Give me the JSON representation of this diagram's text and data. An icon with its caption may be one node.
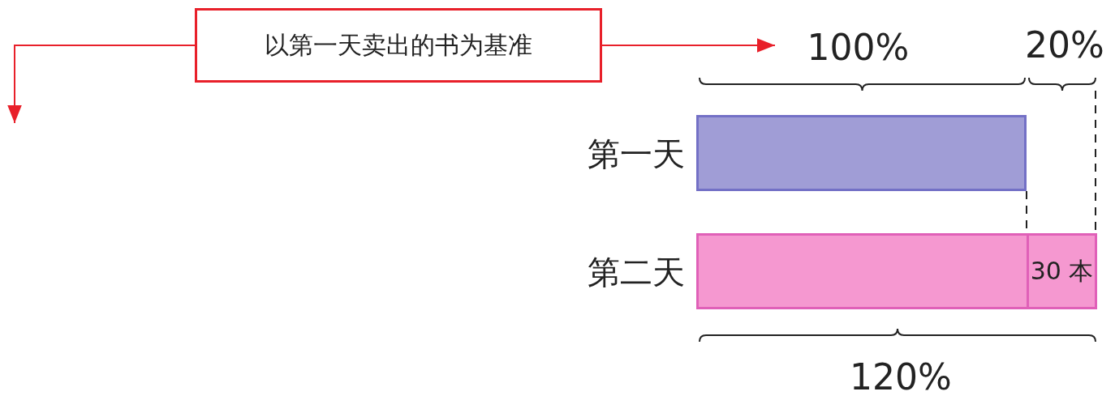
{
  "diagram": {
    "nodes": [
      {
        "text": [
          "以第一天卖出的书为基准"
        ]
      },
      {
        "text": [
          "100%"
        ]
      },
      {
        "text": [],
        "shape": "bar",
        "beside": [
          "第一天"
        ]
      },
      {
        "text": [],
        "shape": "bar",
        "beside": [
          "第二天"
        ]
      },
      {
        "text": [
          "30 本"
        ],
        "in": 3
      }
    ],
    "edges": [
      {
        "from": 0,
        "to": 1,
        "arrow": "to",
        "color": "#e8202a"
      },
      {
        "from": 0,
        "to": null,
        "arrow": "to",
        "color": "#e8202a"
      }
    ],
    "labels": [
      "20%",
      "120%"
    ]
  }
}
